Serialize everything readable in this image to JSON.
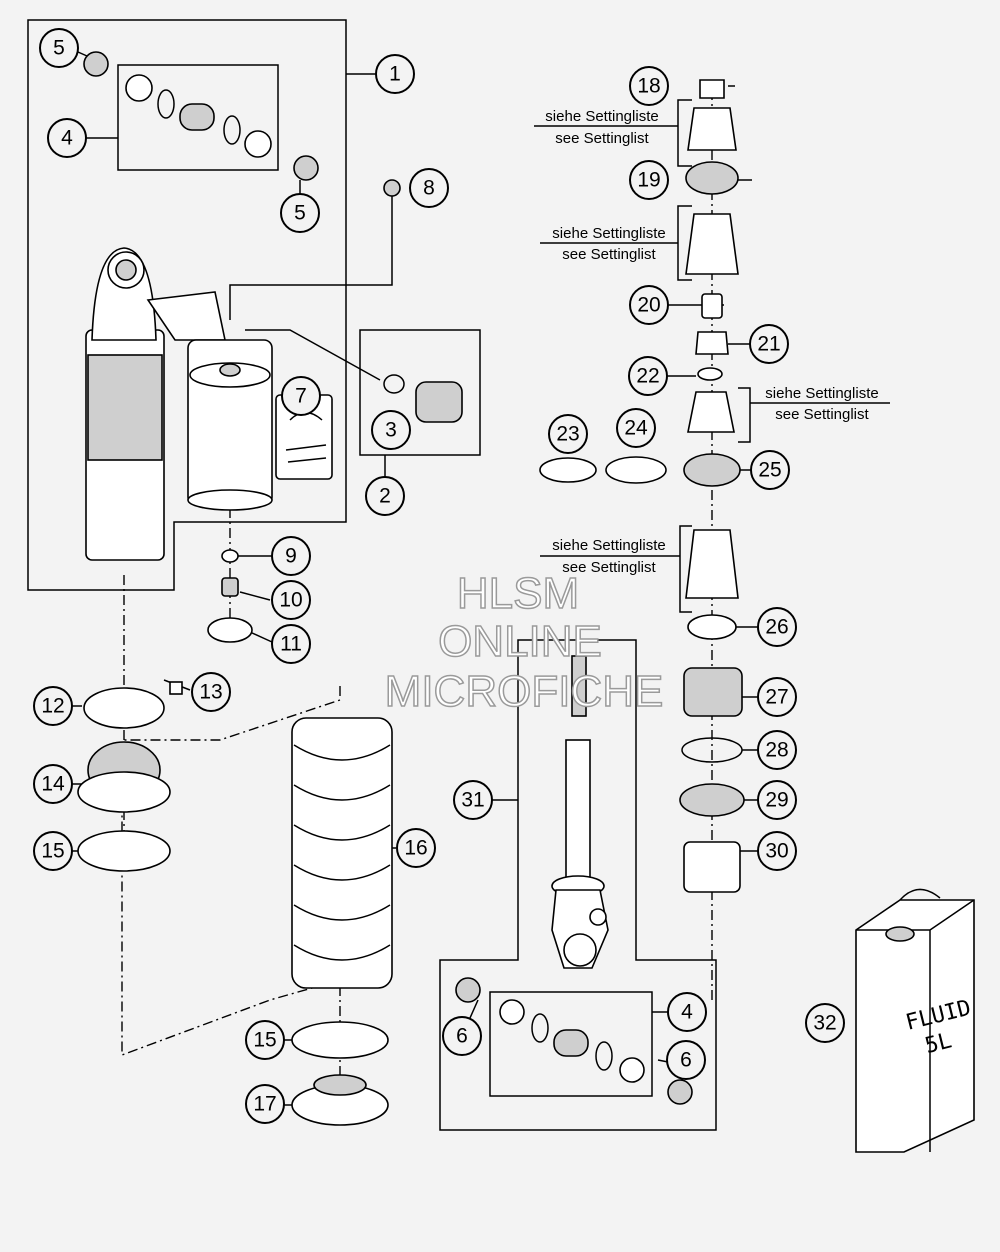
{
  "diagram": {
    "callouts": {
      "c1": "1",
      "c2": "2",
      "c3": "3",
      "c4a": "4",
      "c4b": "4",
      "c5a": "5",
      "c5b": "5",
      "c6a": "6",
      "c6b": "6",
      "c7": "7",
      "c8": "8",
      "c9": "9",
      "c10": "10",
      "c11": "11",
      "c12": "12",
      "c13": "13",
      "c14": "14",
      "c15a": "15",
      "c15b": "15",
      "c16": "16",
      "c17": "17",
      "c18": "18",
      "c19": "19",
      "c20": "20",
      "c21": "21",
      "c22": "22",
      "c23": "23",
      "c24": "24",
      "c25": "25",
      "c26": "26",
      "c27": "27",
      "c28": "28",
      "c29": "29",
      "c30": "30",
      "c31": "31",
      "c32": "32"
    },
    "setting_note": {
      "de": "siehe Settingliste",
      "en": "see Settinglist"
    },
    "fluid_can": {
      "line1": "FLUID",
      "line2": "5L"
    },
    "watermark": {
      "line1": "HLSM",
      "line2": "ONLINE",
      "line3": "MICROFICHE"
    }
  }
}
